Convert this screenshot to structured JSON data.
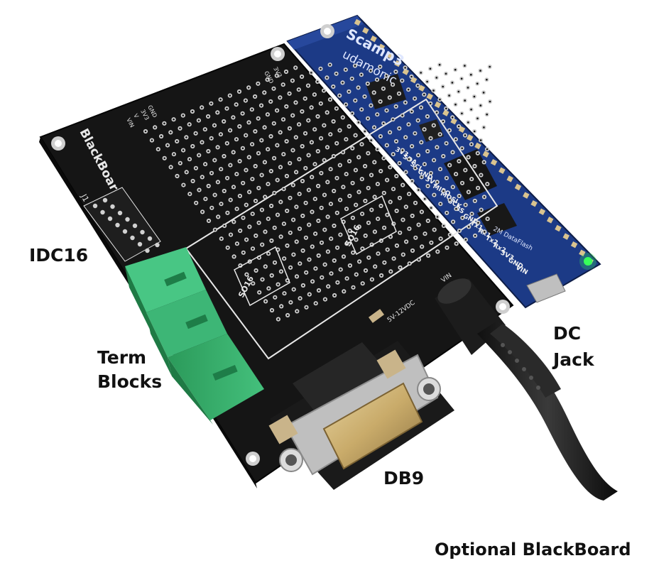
{
  "callouts": {
    "idc16": "IDC16",
    "term_blocks_line1": "Term",
    "term_blocks_line2": "Blocks",
    "dc_jack_line1": "DC",
    "dc_jack_line2": "Jack",
    "db9": "DB9",
    "footer": "Optional BlackBoard"
  },
  "board_silkscreen": {
    "brand": "BlackBoard",
    "header_id": "J1",
    "power_pins": [
      "VIN",
      "V",
      "3V3",
      "GND"
    ],
    "top_pins": [
      "3V3",
      "GND"
    ],
    "chip_footprint": "SO16",
    "dc_rating": "5V-12VDC",
    "vin_label": "VIN"
  },
  "module_silkscreen": {
    "logo": "Scamp3",
    "maker": "udamonic",
    "pin_labels": [
      "3V3",
      "SDA",
      "SCL",
      "GND",
      "3V3",
      "MISO",
      "MOSI",
      "SCK",
      "SS",
      "GND",
      "Tx1",
      "Rx1",
      "Tx2",
      "Rx2",
      "3V3",
      "GND",
      "VIN"
    ],
    "flash_label": "2M DataFlash"
  },
  "colors": {
    "pcb_black": "#151515",
    "pcb_blue": "#1c3a86",
    "terminal_green": "#2fa463",
    "connector_gold": "#c9ab6a",
    "silkscreen": "#e8e8e8"
  }
}
